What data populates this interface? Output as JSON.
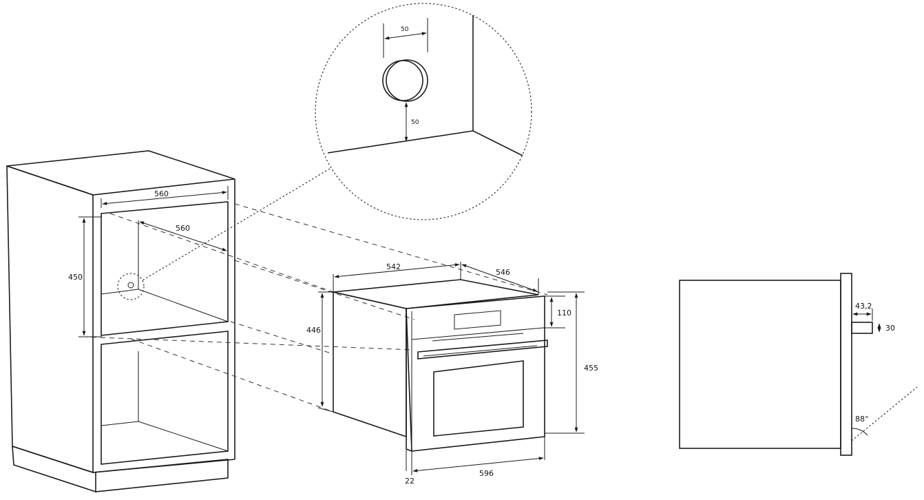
{
  "cabinet": {
    "width_top": "560",
    "depth": "560",
    "niche_height": "450"
  },
  "detail": {
    "offset_horizontal": "50",
    "offset_vertical": "50"
  },
  "oven": {
    "body_width": "542",
    "body_depth": "546",
    "body_height": "446",
    "panel_height": "110",
    "front_height": "455",
    "front_width": "596",
    "front_thickness": "22"
  },
  "side_view": {
    "door_offset": "43,2",
    "handle_height": "30",
    "door_angle": "88°"
  },
  "colors": {
    "line": "#1a1a1a",
    "background": "#ffffff"
  }
}
